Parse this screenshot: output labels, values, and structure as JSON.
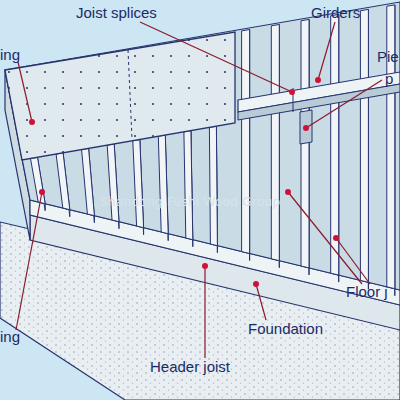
{
  "diagram": {
    "labels": [
      "Joist splices",
      "Girders",
      "ing",
      "Pie",
      "p",
      "Floor j",
      "ing",
      "Foundation",
      "Header joist",
      "Shandong Fushi Wood Group"
    ]
  }
}
